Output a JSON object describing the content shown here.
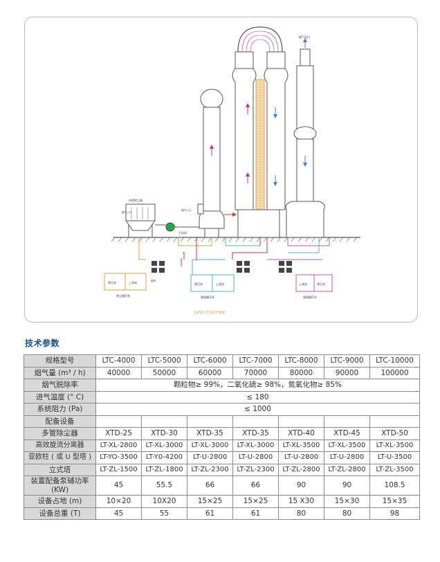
{
  "diagram": {
    "labels": {
      "bag_filter": "布袋除尘器",
      "flue_in": "烟气入口",
      "fan": "引风机",
      "gas_in": "烟气入口",
      "gas_out": "烟气出口",
      "pump_room": "泵房",
      "tank_settle": "预沉池",
      "tank_clear": "上清池",
      "loop1": "除尘循环系",
      "loop2": "脱硫循环系",
      "loop3": "脱硝循环系",
      "caption": "立式塔工艺流程示意图"
    }
  },
  "section_title": "技术参数",
  "table": {
    "header": {
      "label": "规格型号",
      "cols": [
        "LTC-4000",
        "LTC-5000",
        "LTC-6000",
        "LTC-7000",
        "LTC-8000",
        "LTC-9000",
        "LTC-10000"
      ]
    },
    "flow": {
      "label": "烟气量 (m³ / h)",
      "values": [
        "40000",
        "50000",
        "60000",
        "70000",
        "80000",
        "90000",
        "100000"
      ]
    },
    "removal": {
      "label": "烟气脱除率",
      "value": "颗粒物≥ 99%，二氧化硫≥ 98%，氮氧化物≥ 85%"
    },
    "temp": {
      "label": "进气温度 (° C)",
      "value": "≤ 180"
    },
    "resist": {
      "label": "系统阻力 (Pa)",
      "value": "≤ 1000"
    },
    "equip": {
      "label": "配备设备"
    },
    "multi": {
      "label": "多管除尘器",
      "values": [
        "XTD-25",
        "XTD-30",
        "XTD-35",
        "XTD-35",
        "XTD-40",
        "XTD-45",
        "XTD-50"
      ]
    },
    "cyclone": {
      "label": "高效旋流分离器",
      "values": [
        "LT-XL-2800",
        "LT-XL-3000",
        "LT-XL-3000",
        "LT-XL-3000",
        "LT-XL-3500",
        "LT-XL-3500",
        "LT-XL-3500"
      ]
    },
    "column": {
      "label": "亚欧柱 ( 或 U 型塔 )",
      "values": [
        "LT-YO-3500",
        "LT-Y0-4200",
        "LT-U-2800",
        "LT-U-2800",
        "LT-U-2800",
        "LT-U-2800",
        "LT-U-3500"
      ]
    },
    "tower": {
      "label": "立式塔",
      "values": [
        "LT-ZL-1500",
        "LT-ZL-1800",
        "LT-ZL-2300",
        "LT-ZL-2300",
        "LT-ZL-2800",
        "LT-ZL-2800",
        "LT-ZL-3500"
      ]
    },
    "power": {
      "label": "装置配备泵辅功率 (KW)",
      "values": [
        "45",
        "55.5",
        "66",
        "66",
        "90",
        "90",
        "108.5"
      ]
    },
    "area": {
      "label": "设备占地 (m)",
      "values": [
        "10×20",
        "10X20",
        "15×25",
        "15×25",
        "15 X30",
        "15×30",
        "15×35"
      ]
    },
    "weight": {
      "label": "设备总重 (T)",
      "values": [
        "45",
        "55",
        "61",
        "61",
        "80",
        "80",
        "98"
      ]
    }
  }
}
